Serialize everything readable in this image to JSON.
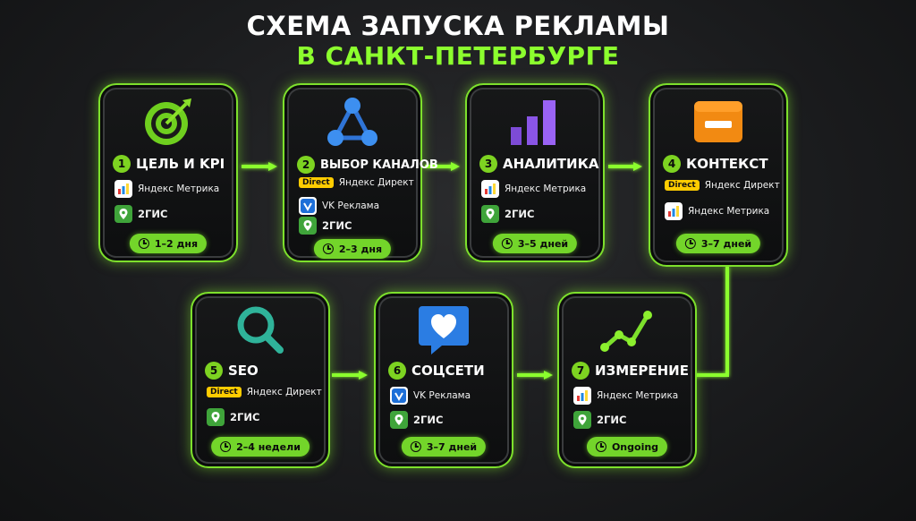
{
  "title": {
    "line1": "СХЕМА ЗАПУСКА РЕКЛАМЫ",
    "line2": "В САНКТ-ПЕТЕРБУРГЕ"
  },
  "colors": {
    "accent": "#7de02c",
    "background": "#1b1c1e"
  },
  "steps": [
    {
      "number": "1",
      "title": "ЦЕЛЬ И KPI",
      "icon": "target-icon",
      "tools": [
        {
          "icon": "yandex-metrika-icon",
          "label": "Яндекс Метрика"
        },
        {
          "icon": "2gis-icon",
          "label": "2ГИС"
        }
      ],
      "duration": "1–2 дня"
    },
    {
      "number": "2",
      "title": "ВЫБОР КАНАЛОВ",
      "icon": "network-icon",
      "tools": [
        {
          "icon": "yandex-direct-icon",
          "badge": "Direct",
          "label": "Яндекс Директ"
        },
        {
          "icon": "vk-ads-icon",
          "label": "VK Реклама"
        },
        {
          "icon": "2gis-icon",
          "label": "2ГИС"
        }
      ],
      "duration": "2–3 дня"
    },
    {
      "number": "3",
      "title": "АНАЛИТИКА",
      "icon": "bar-chart-icon",
      "tools": [
        {
          "icon": "yandex-metrika-icon",
          "label": "Яндекс Метрика"
        },
        {
          "icon": "2gis-icon",
          "label": "2ГИС"
        }
      ],
      "duration": "3–5 дней"
    },
    {
      "number": "4",
      "title": "КОНТЕКСТ",
      "icon": "browser-window-icon",
      "tools": [
        {
          "icon": "yandex-direct-icon",
          "badge": "Direct",
          "label": "Яндекс Директ"
        },
        {
          "icon": "yandex-metrika-icon",
          "label": "Яндекс Метрика"
        }
      ],
      "duration": "3–7 дней"
    },
    {
      "number": "5",
      "title": "SEO",
      "icon": "magnifier-icon",
      "tools": [
        {
          "icon": "yandex-direct-icon",
          "badge": "Direct",
          "label": "Яндекс Директ"
        },
        {
          "icon": "2gis-icon",
          "label": "2ГИС"
        }
      ],
      "duration": "2–4 недели"
    },
    {
      "number": "6",
      "title": "СОЦСЕТИ",
      "icon": "heart-chat-icon",
      "tools": [
        {
          "icon": "vk-ads-icon",
          "label": "VK Реклама"
        },
        {
          "icon": "2gis-icon",
          "label": "2ГИС"
        }
      ],
      "duration": "3–7 дней"
    },
    {
      "number": "7",
      "title": "ИЗМЕРЕНИЕ",
      "icon": "trend-line-icon",
      "tools": [
        {
          "icon": "yandex-metrika-icon",
          "label": "Яндекс Метрика"
        },
        {
          "icon": "2gis-icon",
          "label": "2ГИС"
        }
      ],
      "duration": "Ongoing"
    }
  ]
}
